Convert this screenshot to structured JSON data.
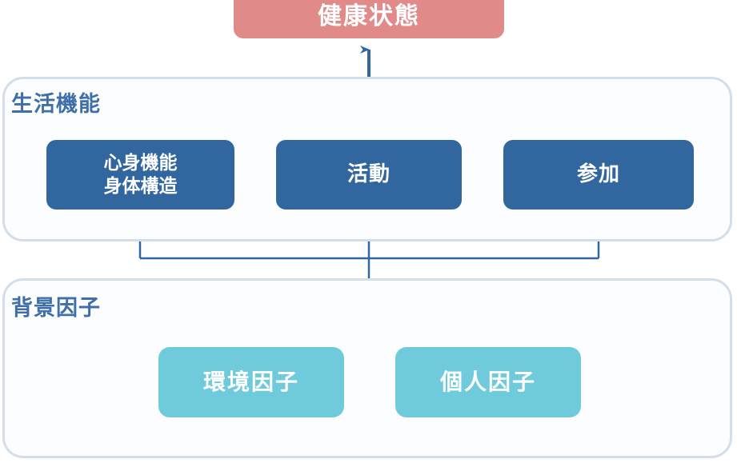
{
  "diagram": {
    "title_node": {
      "id": "health-condition",
      "label": "健康状態",
      "color": "#e08a8a"
    },
    "panels": [
      {
        "id": "functioning",
        "label": "生活機能",
        "border_color": "#d3deeb",
        "fill_color": "#fcfdfe"
      },
      {
        "id": "contextual",
        "label": "背景因子",
        "border_color": "#d3deeb",
        "fill_color": "#fcfdfe"
      }
    ],
    "functioning_nodes": [
      {
        "id": "body-functions-structures",
        "lines": [
          "心身機能",
          "身体構造"
        ],
        "color": "#31679e"
      },
      {
        "id": "activity",
        "lines": [
          "活動"
        ],
        "color": "#31679e"
      },
      {
        "id": "participation",
        "lines": [
          "参加"
        ],
        "color": "#31679e"
      }
    ],
    "contextual_nodes": [
      {
        "id": "environmental-factors",
        "lines": [
          "環境因子"
        ],
        "color": "#6fcbdc"
      },
      {
        "id": "personal-factors",
        "lines": [
          "個人因子"
        ],
        "color": "#6fcbdc"
      }
    ],
    "connector_color": "#31679e",
    "connectors": [
      {
        "id": "health-to-functioning-bus",
        "kind": "fan-down",
        "arrowheads": 2
      },
      {
        "id": "health-activity-bidirectional",
        "kind": "vertical",
        "arrowheads": 2
      },
      {
        "id": "body-activity-bidirectional",
        "kind": "horizontal",
        "arrowheads": 2
      },
      {
        "id": "activity-participation-bidirectional",
        "kind": "horizontal",
        "arrowheads": 2
      },
      {
        "id": "contextual-to-functioning-bus",
        "kind": "fan-up",
        "arrowheads": 3
      },
      {
        "id": "contextual-bus-to-factors",
        "kind": "fan-down",
        "arrowheads": 2
      }
    ]
  }
}
